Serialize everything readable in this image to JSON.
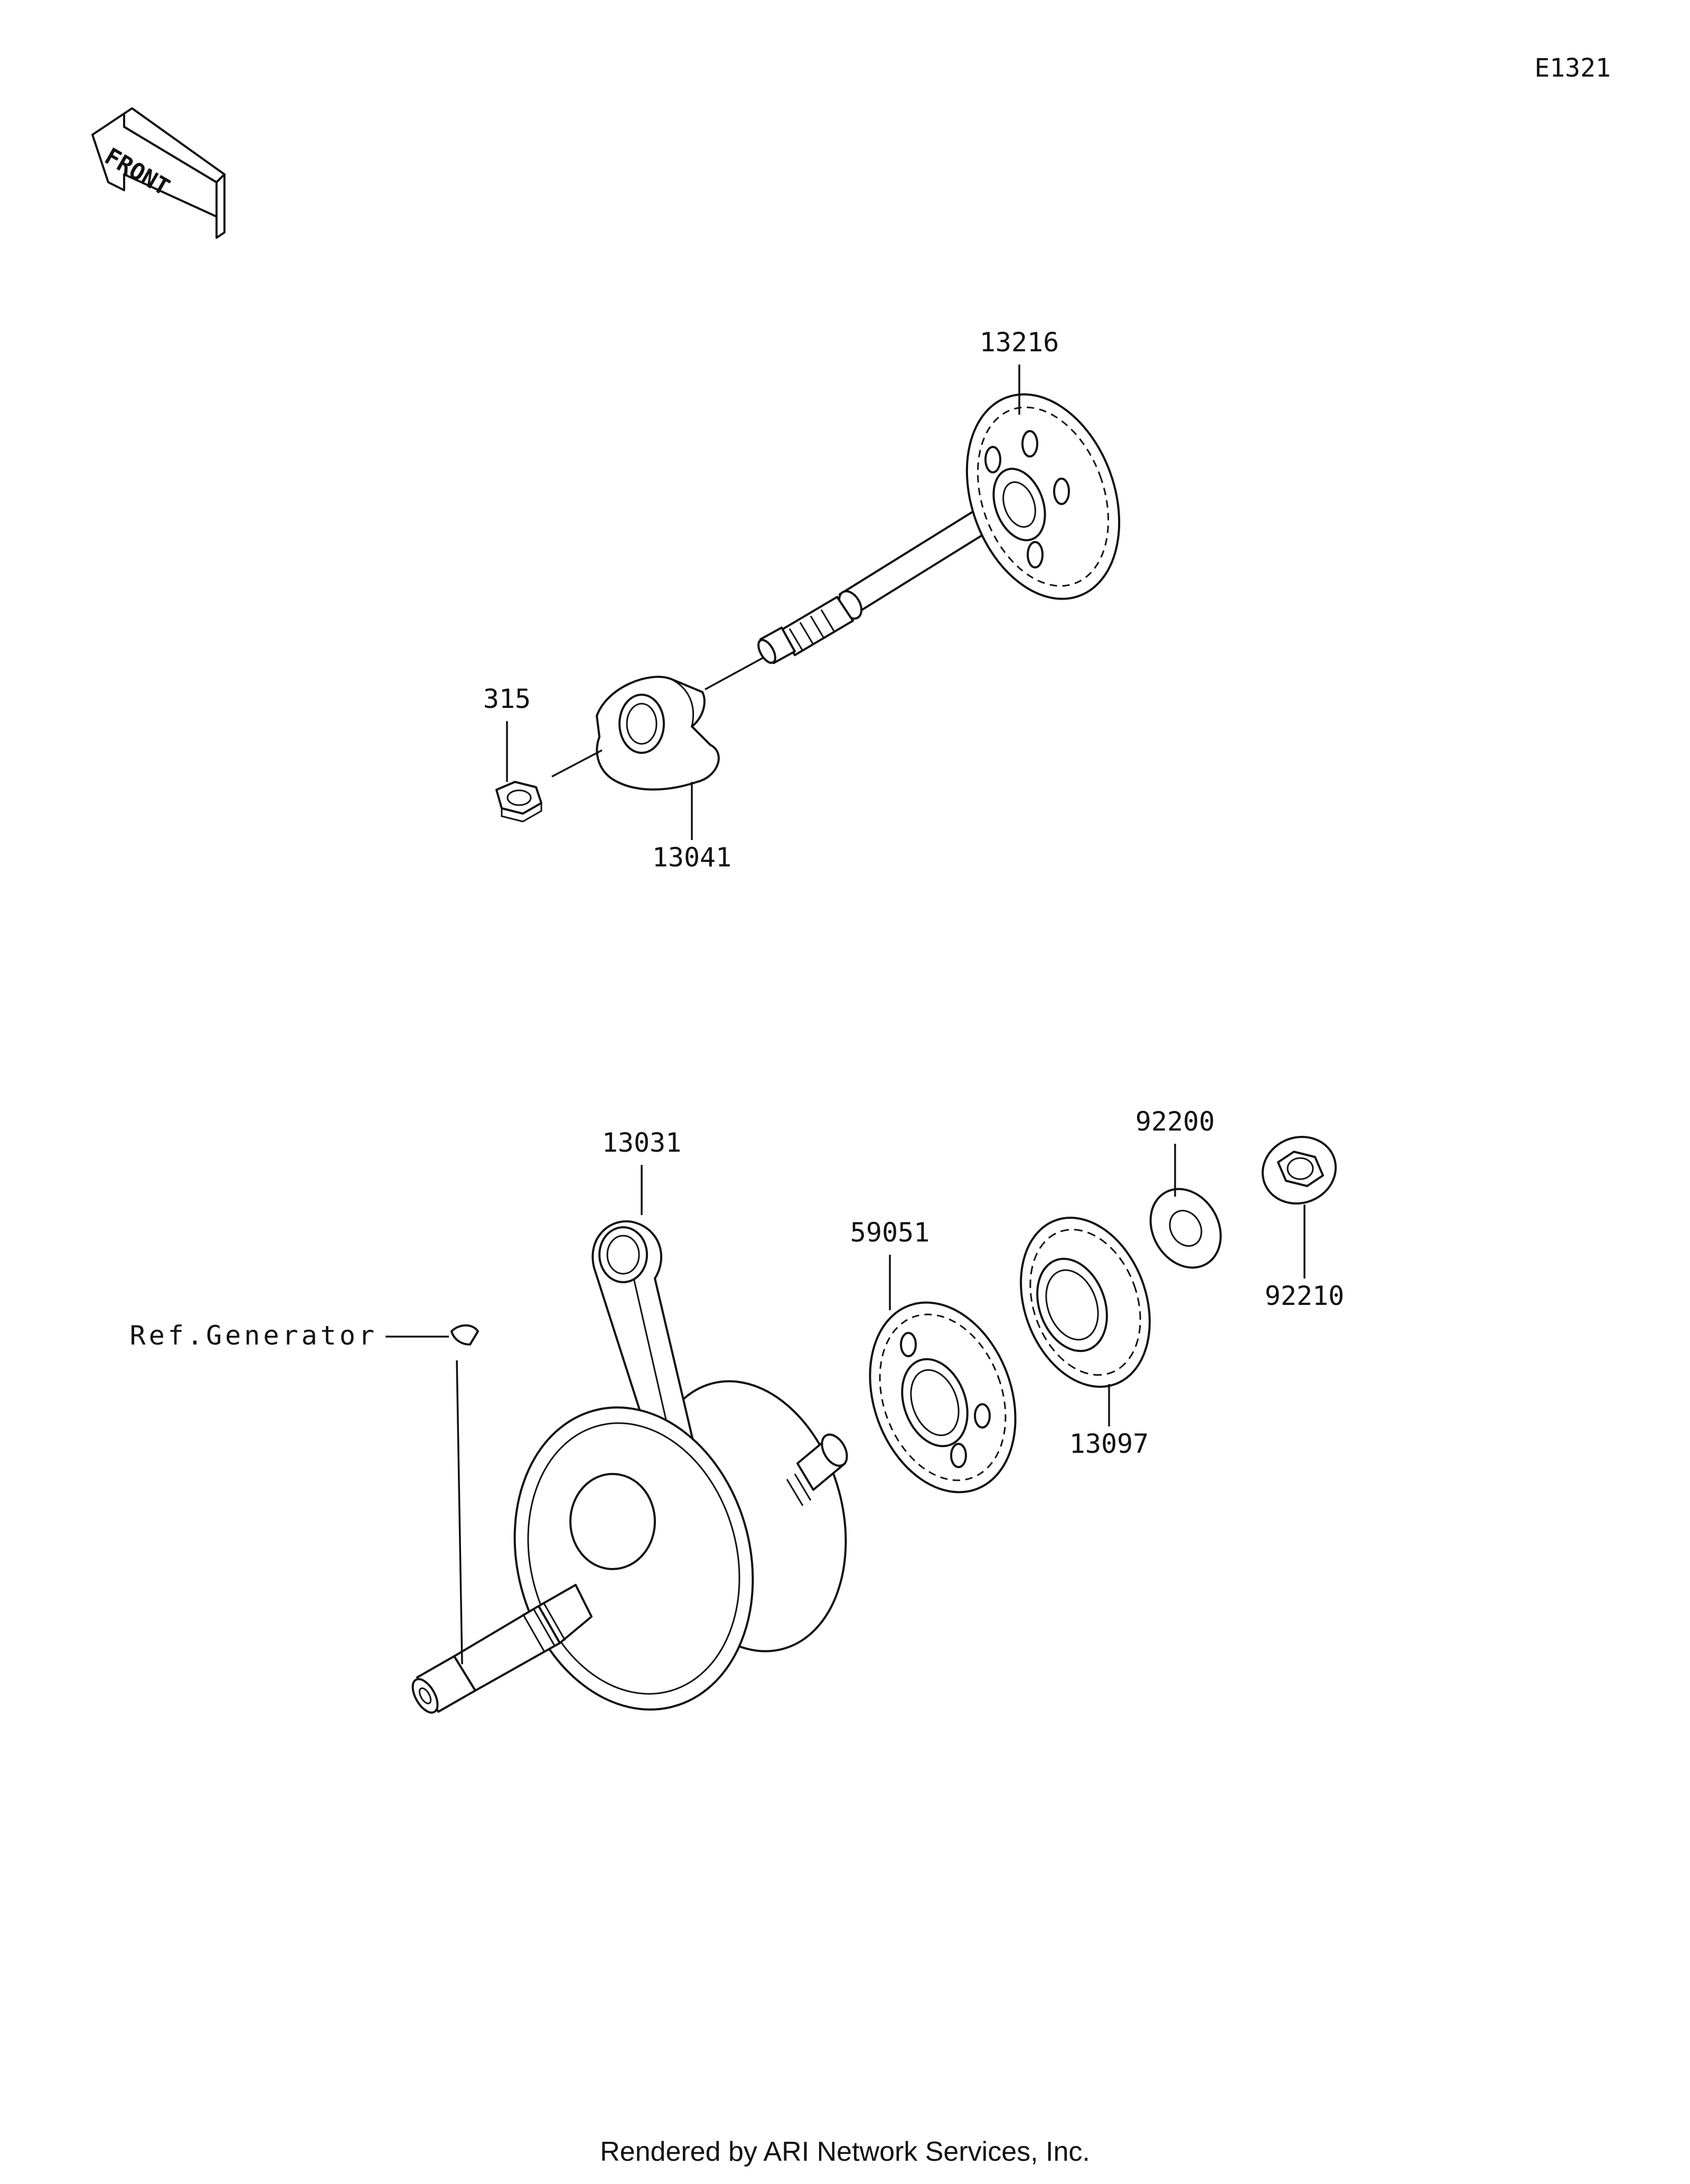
{
  "diagram_code": "E1321",
  "front_badge": "FRONT",
  "footer": "Rendered by ARI Network Services, Inc.",
  "parts": [
    {
      "key": "shaft",
      "label": "13216"
    },
    {
      "key": "balancer_weight",
      "label": "13041"
    },
    {
      "key": "nut",
      "label": "315"
    },
    {
      "key": "crankshaft",
      "label": "13031"
    },
    {
      "key": "balancer_gear",
      "label": "59051"
    },
    {
      "key": "primary_gear",
      "label": "13097"
    },
    {
      "key": "washer",
      "label": "92200"
    },
    {
      "key": "flange_nut",
      "label": "92210"
    },
    {
      "key": "ref_key",
      "label": "Ref.Generator"
    }
  ]
}
